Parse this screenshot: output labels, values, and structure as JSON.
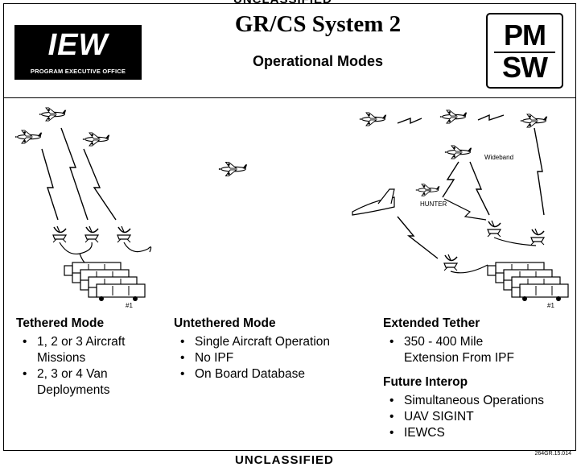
{
  "header": {
    "classification_top": "UNCLASSIFIED",
    "title": "GR/CS System 2",
    "subtitle": "Operational Modes",
    "logo_left": {
      "big": "IEW",
      "small": "PROGRAM EXECUTIVE OFFICE"
    },
    "logo_right": {
      "line1": "PM",
      "line2": "SW"
    }
  },
  "diagram": {
    "label_wideband": "Wideband",
    "label_hunter": "HUNTER",
    "van_tag_left": "#1",
    "van_tag_right": "#1"
  },
  "modes": {
    "tethered": {
      "title": "Tethered Mode",
      "items": [
        "1, 2 or 3 Aircraft Missions",
        "2, 3 or 4 Van Deployments"
      ]
    },
    "untethered": {
      "title": "Untethered Mode",
      "items": [
        "Single Aircraft Operation",
        "No IPF",
        "On Board Database"
      ]
    },
    "extended": {
      "title": "Extended Tether",
      "items": [
        "350 - 400 Mile Extension From IPF"
      ]
    },
    "future": {
      "title": "Future Interop",
      "items": [
        "Simultaneous Operations",
        "UAV SIGINT",
        "IEWCS"
      ]
    }
  },
  "footer": {
    "doc_id": "264GR.15.014",
    "classification_bottom": "UNCLASSIFIED"
  }
}
